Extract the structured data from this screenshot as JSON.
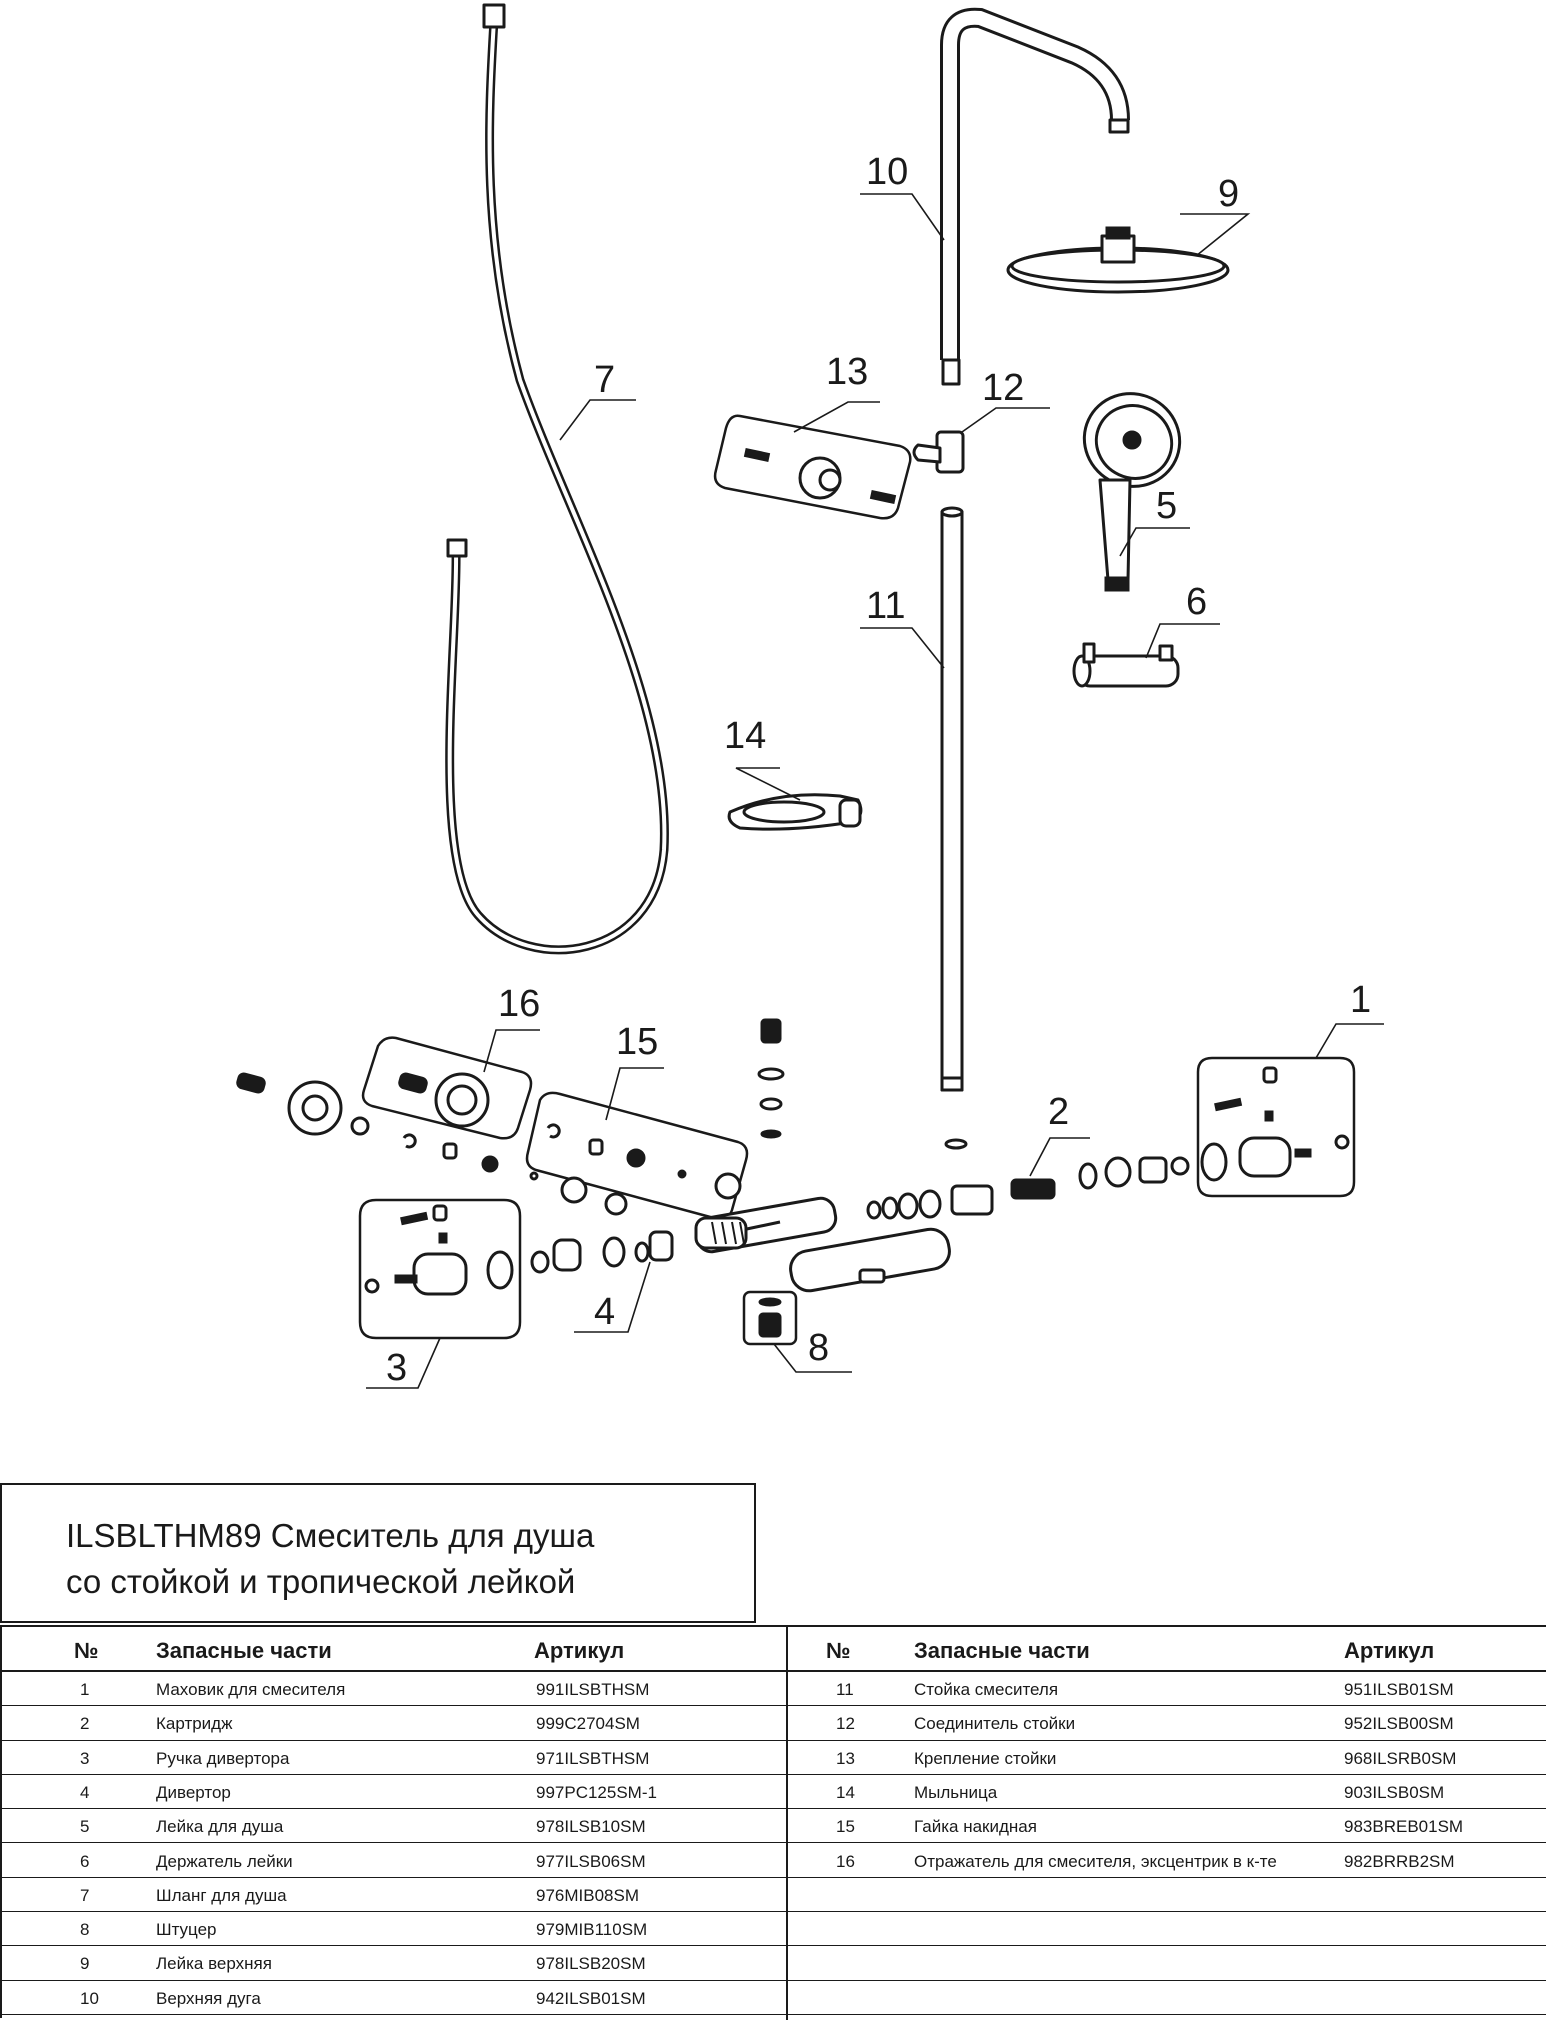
{
  "title": {
    "line1": "ILSBLTHM89 Смеситель для душа",
    "line2": "со стойкой и тропической лейкой"
  },
  "table": {
    "headers": {
      "no": "№",
      "name": "Запасные части",
      "article": "Артикул"
    },
    "left_rows": [
      {
        "no": "1",
        "name": "Маховик для смесителя",
        "article": "991ILSBTHSM"
      },
      {
        "no": "2",
        "name": "Картридж",
        "article": "999C2704SM"
      },
      {
        "no": "3",
        "name": "Ручка дивертора",
        "article": "971ILSBTHSM"
      },
      {
        "no": "4",
        "name": "Дивертор",
        "article": "997PC125SM-1"
      },
      {
        "no": "5",
        "name": "Лейка для душа",
        "article": "978ILSB10SM"
      },
      {
        "no": "6",
        "name": "Держатель лейки",
        "article": "977ILSB06SM"
      },
      {
        "no": "7",
        "name": "Шланг для душа",
        "article": "976MIB08SM"
      },
      {
        "no": "8",
        "name": "Штуцер",
        "article": "979MIB110SM"
      },
      {
        "no": "9",
        "name": "Лейка верхняя",
        "article": "978ILSB20SM"
      },
      {
        "no": "10",
        "name": "Верхняя дуга",
        "article": "942ILSB01SM"
      }
    ],
    "right_rows": [
      {
        "no": "11",
        "name": "Стойка смесителя",
        "article": "951ILSB01SM"
      },
      {
        "no": "12",
        "name": "Соединитель стойки",
        "article": "952ILSB00SM"
      },
      {
        "no": "13",
        "name": "Крепление стойки",
        "article": "968ILSRB0SM"
      },
      {
        "no": "14",
        "name": "Мыльница",
        "article": "903ILSB0SM"
      },
      {
        "no": "15",
        "name": "Гайка накидная",
        "article": "983BREB01SM"
      },
      {
        "no": "16",
        "name": "Отражатель для смесителя, эксцентрик в к-те",
        "article": "982BRRB2SM"
      },
      {
        "no": "",
        "name": "",
        "article": ""
      },
      {
        "no": "",
        "name": "",
        "article": ""
      },
      {
        "no": "",
        "name": "",
        "article": ""
      },
      {
        "no": "",
        "name": "",
        "article": ""
      }
    ]
  },
  "callouts": [
    "1",
    "2",
    "3",
    "4",
    "5",
    "6",
    "7",
    "8",
    "9",
    "10",
    "11",
    "12",
    "13",
    "14",
    "15",
    "16"
  ]
}
